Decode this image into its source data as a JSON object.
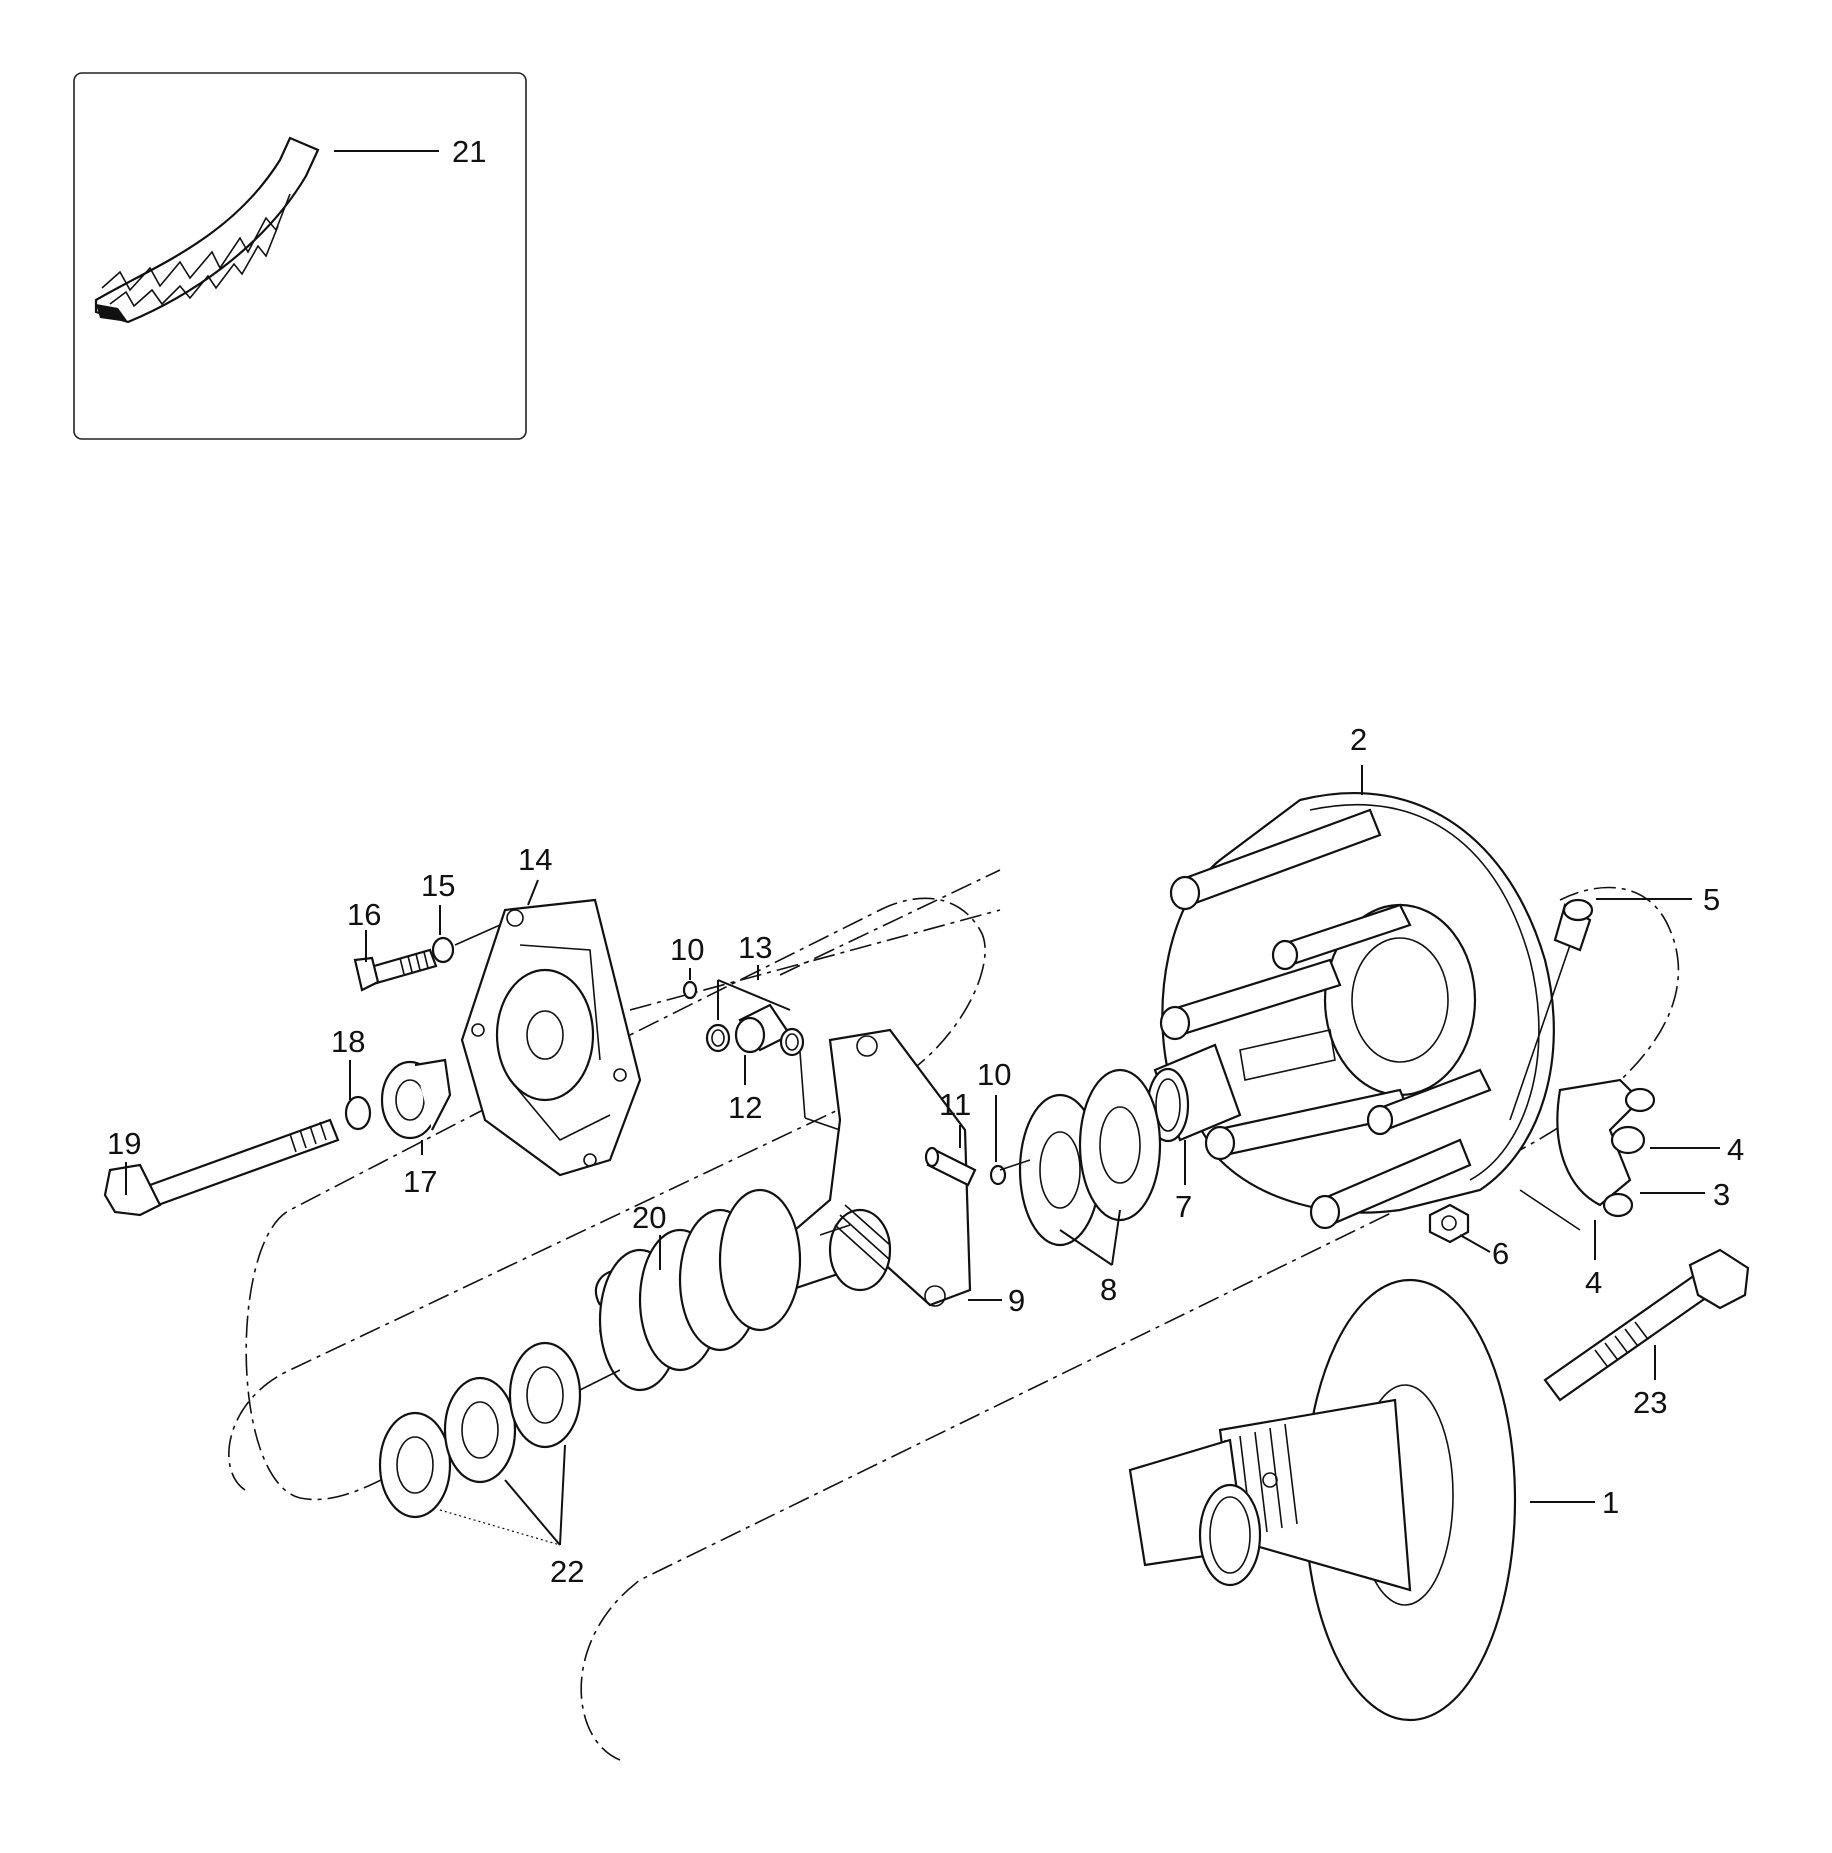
{
  "callouts": {
    "c1": "1",
    "c2": "2",
    "c3": "3",
    "c4a": "4",
    "c4b": "4",
    "c5": "5",
    "c6": "6",
    "c7": "7",
    "c8": "8",
    "c9": "9",
    "c10a": "10",
    "c10b": "10",
    "c11": "11",
    "c12": "12",
    "c13": "13",
    "c14": "14",
    "c15": "15",
    "c16": "16",
    "c17": "17",
    "c18": "18",
    "c19": "19",
    "c20": "20",
    "c21": "21",
    "c22": "22",
    "c23": "23"
  },
  "icons": {
    "belt": "drive-belt-icon",
    "sheave_fixed": "fixed-sheave-icon",
    "sheave_movable": "movable-sheave-icon",
    "spider": "spider-icon",
    "spring": "spring-icon",
    "cover": "cover-plate-icon",
    "bolt": "bolt-icon"
  },
  "colors": {
    "ink": "#111111",
    "paper": "#ffffff"
  }
}
